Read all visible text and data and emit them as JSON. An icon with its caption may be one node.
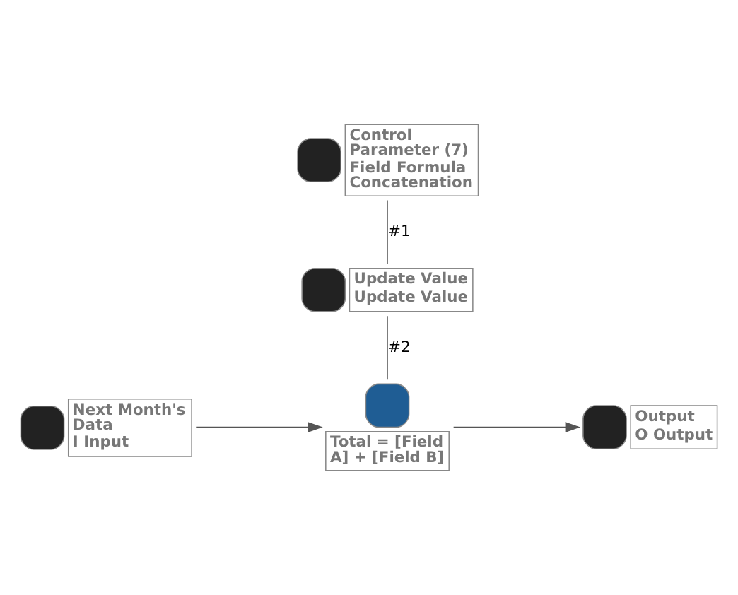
{
  "diagram": {
    "nodes": [
      {
        "text": [
          "Control Parameter (7)",
          "Field Formula Concatenation"
        ]
      },
      {
        "text": [
          "Update Value",
          "Update Value"
        ]
      },
      {
        "text": [
          "Next Month's Data",
          "I Input"
        ]
      },
      {
        "text": [
          "Total = [Field A] + [Field B]"
        ]
      },
      {
        "text": [
          "Output",
          "O Output"
        ]
      }
    ],
    "edges": [
      {
        "from": 0,
        "to": 1,
        "arrow": "none",
        "label": "#1"
      },
      {
        "from": 1,
        "to": 3,
        "arrow": "none",
        "label": "#2"
      },
      {
        "from": 2,
        "to": 3,
        "arrow": "to"
      },
      {
        "from": 3,
        "to": 4,
        "arrow": "to"
      }
    ]
  }
}
